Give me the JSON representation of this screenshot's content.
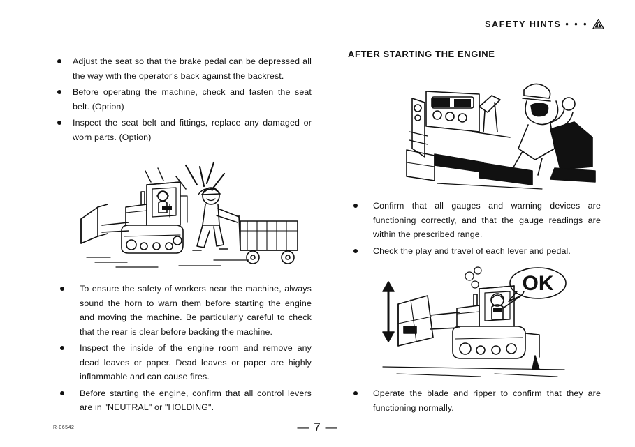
{
  "header": {
    "title": "SAFETY HINTS",
    "dots": "• • •",
    "warning_icon": "warning-triangle-icon"
  },
  "left_column": {
    "top_bullets": [
      "Adjust the seat so that the brake pedal can be depressed all the way with the operator's back against the backrest.",
      "Before operating the machine, check and fasten the seat belt. (Option)",
      "Inspect the seat belt and fittings, replace any damaged or worn parts. (Option)"
    ],
    "figure_caption": "bulldozer-horn-warning-illustration",
    "bottom_bullets": [
      "To ensure the safety of workers near the machine, always sound the horn to warn them before starting the engine and moving the machine. Be particularly careful to check that the rear is clear before backing the machine.",
      "Inspect the inside of the engine room and remove any dead leaves or paper. Dead leaves or paper are highly inflammable and can cause fires.",
      "Before starting the engine, confirm that all control levers are in \"NEUTRAL\" or \"HOLDING\"."
    ]
  },
  "right_column": {
    "section_title": "AFTER STARTING THE ENGINE",
    "figure_top_caption": "operator-in-cab-checking-gauges-illustration",
    "bullets_mid": [
      "Confirm that all gauges and warning devices are functioning correctly, and that the gauge readings are within the prescribed range.",
      "Check the play and travel of each lever and pedal."
    ],
    "figure_bottom_caption": "bulldozer-blade-ripper-ok-illustration",
    "figure_bottom_label": "OK",
    "bullets_bottom": [
      "Operate the blade and ripper to confirm that they are functioning normally."
    ]
  },
  "footer": {
    "document_code": "R-06542",
    "page_number": "— 7 —"
  }
}
